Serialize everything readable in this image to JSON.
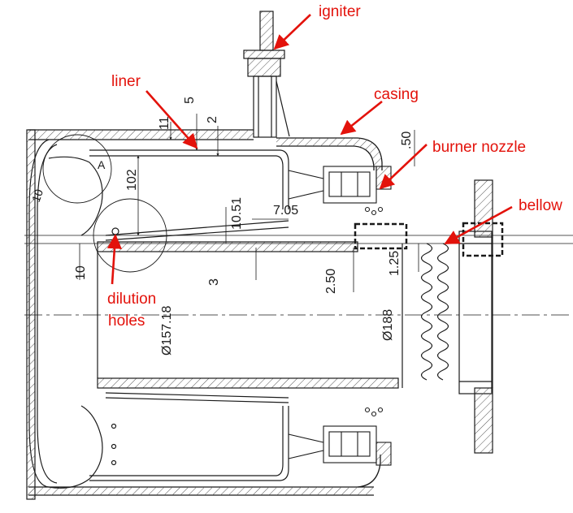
{
  "colors": {
    "annotation": "#e3120b",
    "linework": "#1a1a1a",
    "hatch": "#555555",
    "background": "#ffffff"
  },
  "labels": {
    "igniter": "igniter",
    "liner": "liner",
    "casing": "casing",
    "burner_nozzle": "burner nozzle",
    "bellow": "bellow",
    "dilution_line1": "dilution",
    "dilution_line2": "holes"
  },
  "dimensions": {
    "d5": "5",
    "d2": "2",
    "d11": "11",
    "d50": ".50",
    "d102": "102",
    "d10_51": "10.51",
    "d7_05": "7.05",
    "d10": "10",
    "d3": "3",
    "d2_50": "2.50",
    "d1_25": "1.25",
    "dia157": "Ø157.18",
    "dia188": "Ø188",
    "d10_left": "10",
    "detail_a": "A"
  }
}
